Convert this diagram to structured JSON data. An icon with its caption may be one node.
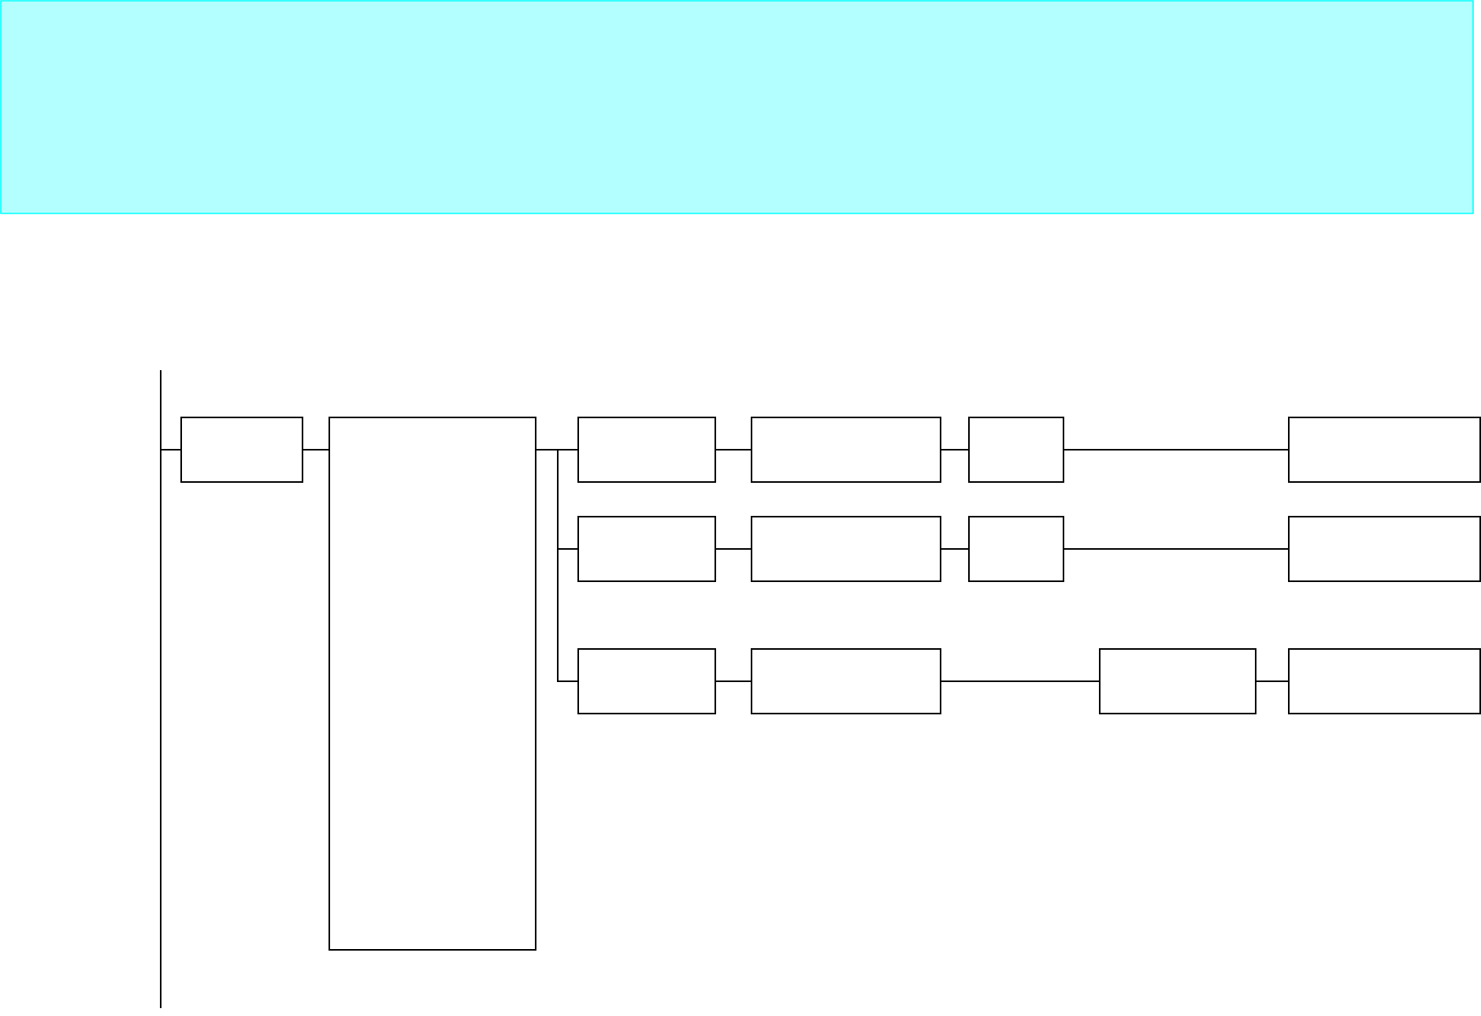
{
  "diagram": {
    "nodes": [
      {
        "text": [],
        "shape": "bar"
      },
      {
        "text": [],
        "shape": "box"
      },
      {
        "text": [],
        "shape": "box"
      },
      {
        "text": [],
        "shape": "box"
      },
      {
        "text": [],
        "shape": "box"
      },
      {
        "text": [],
        "shape": "box"
      },
      {
        "text": [],
        "shape": "box"
      },
      {
        "text": [],
        "shape": "box"
      },
      {
        "text": [],
        "shape": "box"
      },
      {
        "text": [],
        "shape": "box"
      },
      {
        "text": [],
        "shape": "box"
      },
      {
        "text": [],
        "shape": "box"
      },
      {
        "text": [],
        "shape": "box"
      },
      {
        "text": [],
        "shape": "box"
      },
      {
        "text": [],
        "shape": "box"
      }
    ],
    "edges": [
      {
        "from": 0,
        "to": 1,
        "arrow": "none"
      },
      {
        "from": 1,
        "to": 2,
        "arrow": "none"
      },
      {
        "from": 2,
        "to": 3,
        "arrow": "none"
      },
      {
        "from": 2,
        "to": 7,
        "arrow": "none"
      },
      {
        "from": 2,
        "to": 11,
        "arrow": "none"
      },
      {
        "from": 3,
        "to": 4,
        "arrow": "none"
      },
      {
        "from": 4,
        "to": 5,
        "arrow": "none"
      },
      {
        "from": 5,
        "to": 6,
        "arrow": "none"
      },
      {
        "from": 7,
        "to": 8,
        "arrow": "none"
      },
      {
        "from": 8,
        "to": 9,
        "arrow": "none"
      },
      {
        "from": 9,
        "to": 10,
        "arrow": "none"
      },
      {
        "from": 11,
        "to": 12,
        "arrow": "none"
      },
      {
        "from": 12,
        "to": 13,
        "arrow": "none"
      },
      {
        "from": 13,
        "to": 14,
        "arrow": "none"
      }
    ]
  }
}
